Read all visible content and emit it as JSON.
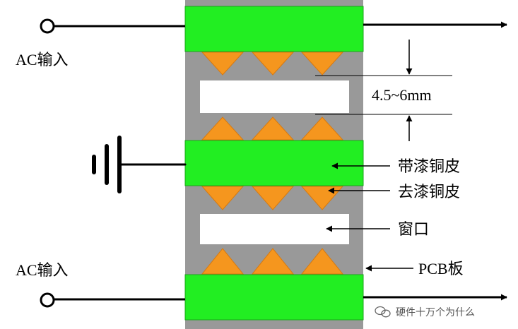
{
  "labels": {
    "ac_input_top": "AC输入",
    "ac_input_bottom": "AC输入",
    "dimension": "4.5~6mm",
    "copper_with_lacquer": "带漆铜皮",
    "copper_without_lacquer": "去漆铜皮",
    "window": "窗口",
    "pcb": "PCB板"
  },
  "watermark": {
    "text": "硬件十万个为什么",
    "icon": "wechat-logo-icon"
  },
  "colors": {
    "board": "#999999",
    "copper": "#22ee22",
    "copper_edge": "#1aa51a",
    "exposed_copper": "#f5961e",
    "window": "#ffffff",
    "line": "#000000"
  }
}
